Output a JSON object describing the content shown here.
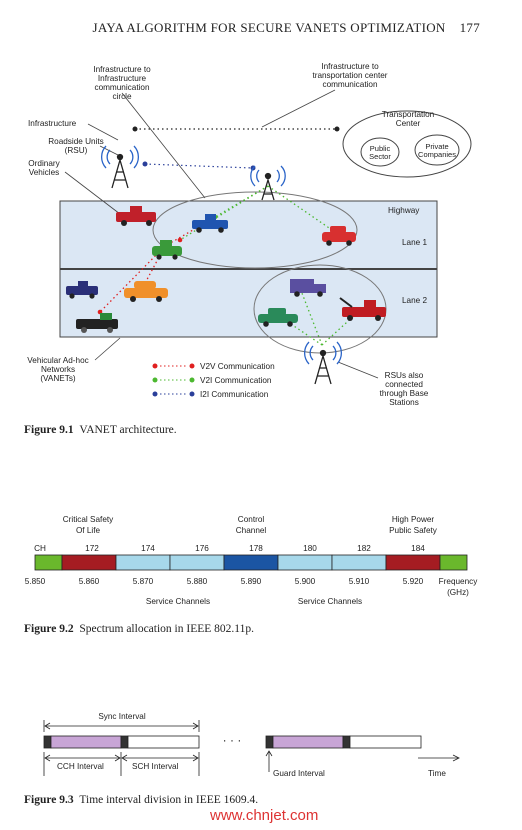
{
  "header": {
    "title": "JAYA ALGORITHM FOR SECURE VANETS OPTIMIZATION",
    "page": "177"
  },
  "fig1": {
    "labels": {
      "inf2inf": [
        "Infrastructure to",
        "Infrastructure",
        "communication",
        "circle"
      ],
      "inf2tc": [
        "Infrastructure to",
        "transportation center",
        "communication"
      ],
      "infrastructure": "Infrastructure",
      "rsu": [
        "Roadside Units",
        "(RSU)"
      ],
      "ordinary": [
        "Ordinary",
        "Vehicles"
      ],
      "tc": [
        "Transportation",
        "Center"
      ],
      "public": [
        "Public",
        "Sector"
      ],
      "private": [
        "Private",
        "Companies"
      ],
      "highway": "Highway",
      "lane1": "Lane 1",
      "lane2": "Lane 2",
      "vanet": [
        "Vehicular Ad-hoc",
        "Networks",
        "(VANETs)"
      ],
      "rsus_bs": [
        "RSUs also",
        "connected",
        "through Base",
        "Stations"
      ]
    },
    "legend": [
      {
        "label": "V2V Communication",
        "color": "#e02020"
      },
      {
        "label": "V2I Communication",
        "color": "#4cb830"
      },
      {
        "label": "I2I Communication",
        "color": "#2a3f9a"
      }
    ],
    "caption_num": "Figure 9.1",
    "caption_text": "VANET architecture."
  },
  "fig2": {
    "top_labels": [
      {
        "lines": [
          "Critical Safety",
          "Of Life"
        ]
      },
      {
        "lines": [
          "Control",
          "Channel"
        ]
      },
      {
        "lines": [
          "High Power",
          "Public Safety"
        ]
      }
    ],
    "ch": "CH",
    "channels": [
      "172",
      "174",
      "176",
      "178",
      "180",
      "182",
      "184"
    ],
    "freqs": [
      "5.850",
      "5.860",
      "5.870",
      "5.880",
      "5.890",
      "5.900",
      "5.910",
      "5.920"
    ],
    "service": [
      "Service Channels",
      "Service Channels"
    ],
    "freq_label": [
      "Frequency",
      "(GHz)"
    ],
    "colors": {
      "green": "#6ab82c",
      "red": "#a51c22",
      "light": "#a7d8ea",
      "blue": "#1b55a3"
    },
    "caption_num": "Figure 9.2",
    "caption_text": "Spectrum allocation in IEEE 802.11p."
  },
  "fig3": {
    "sync": "Sync Interval",
    "cch": "CCH Interval",
    "sch": "SCH Interval",
    "ellipsis": "· · ·",
    "guard": "Guard Interval",
    "time": "Time",
    "colors": {
      "cch": "#c8a5d6",
      "guard": "#333333"
    },
    "caption_num": "Figure 9.3",
    "caption_text": "Time interval division in IEEE 1609.4."
  },
  "watermark": "www.chnjet.com"
}
